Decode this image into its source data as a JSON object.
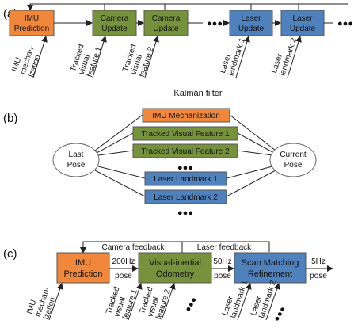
{
  "panel_a": {
    "label": "(a)",
    "caption": "Kalman filter",
    "blocks": [
      {
        "lines": [
          "IMU",
          "Prediction"
        ],
        "kind": "imu"
      },
      {
        "lines": [
          "Camera",
          "Update"
        ],
        "kind": "camera"
      },
      {
        "lines": [
          "Camera",
          "Update"
        ],
        "kind": "camera"
      },
      {
        "lines": [
          "Laser",
          "Update"
        ],
        "kind": "laser"
      },
      {
        "lines": [
          "Laser",
          "Update"
        ],
        "kind": "laser"
      }
    ],
    "inputs": [
      {
        "lines": [
          "IMU",
          "mechan-",
          "ization"
        ]
      },
      {
        "lines": [
          "Tracked",
          "visual",
          "feature 1"
        ]
      },
      {
        "lines": [
          "Tracked",
          "visual",
          "feature 2"
        ]
      },
      {
        "lines": [
          "Laser",
          "landmark 1"
        ]
      },
      {
        "lines": [
          "Laser",
          "landmark 2"
        ]
      }
    ],
    "ellipsis": "●●●"
  },
  "panel_b": {
    "label": "(b)",
    "left_node": [
      "Last",
      "Pose"
    ],
    "right_node": [
      "Current",
      "Pose"
    ],
    "edges": [
      {
        "label": "IMU Mechanization",
        "kind": "imu"
      },
      {
        "label": "Tracked Visual Feature 1",
        "kind": "camera"
      },
      {
        "label": "Tracked Visual Feature 2",
        "kind": "camera"
      },
      {
        "label": "Laser Landmark 1",
        "kind": "laser"
      },
      {
        "label": "Laser Landmark 2",
        "kind": "laser"
      }
    ],
    "ellipsis": "●●●"
  },
  "panel_c": {
    "label": "(c)",
    "camera_feedback": "Camera feedback",
    "laser_feedback": "Laser feedback",
    "blocks": [
      {
        "lines": [
          "IMU",
          "Prediction"
        ],
        "kind": "imu"
      },
      {
        "lines": [
          "Visual-inertial",
          "Odometry"
        ],
        "kind": "camera"
      },
      {
        "lines": [
          "Scan Matching",
          "Refinement"
        ],
        "kind": "laser"
      }
    ],
    "rates": [
      {
        "rate": "200Hz",
        "unit": "pose"
      },
      {
        "rate": "50Hz",
        "unit": "pose"
      },
      {
        "rate": "5Hz",
        "unit": "pose"
      }
    ],
    "inputs": [
      {
        "lines": [
          "IMU",
          "mechan-",
          "ization"
        ]
      },
      {
        "lines": [
          "Tracked",
          "visual",
          "feature 1"
        ]
      },
      {
        "lines": [
          "Tracked",
          "visual",
          "feature 2"
        ]
      },
      {
        "lines": [
          "Laser",
          "landmark 1"
        ]
      },
      {
        "lines": [
          "Laser",
          "landmark 2"
        ]
      }
    ],
    "ellipsis": "●●●"
  },
  "colors": {
    "imu": "#f0873a",
    "camera": "#76923c",
    "laser": "#4f81bd",
    "stroke": "#555555",
    "line": "#222222"
  }
}
